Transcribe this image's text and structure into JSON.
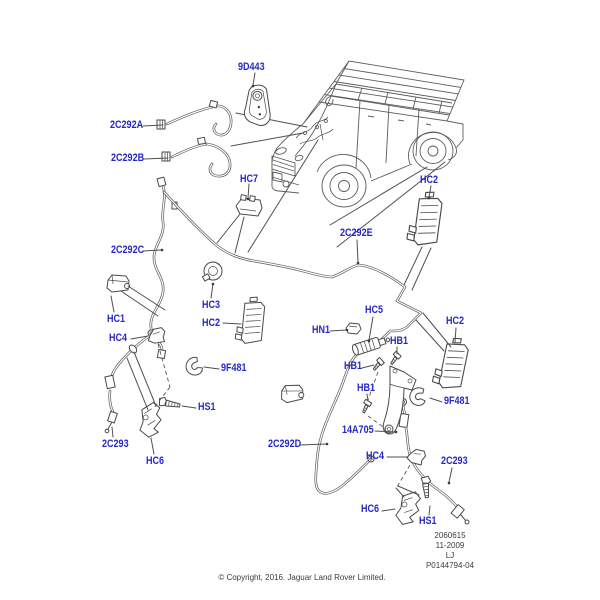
{
  "callouts": [
    {
      "text": "9D443"
    },
    {
      "text": "2C292A"
    },
    {
      "text": "2C292B"
    },
    {
      "text": "HC7"
    },
    {
      "text": "2C292C"
    },
    {
      "text": "2C292E"
    },
    {
      "text": "HC2"
    },
    {
      "text": "HC1"
    },
    {
      "text": "HC3"
    },
    {
      "text": "HC2"
    },
    {
      "text": "HC4"
    },
    {
      "text": "9F481"
    },
    {
      "text": "HS1"
    },
    {
      "text": "2C293"
    },
    {
      "text": "HC6"
    },
    {
      "text": "HN1"
    },
    {
      "text": "HC5"
    },
    {
      "text": "HB1"
    },
    {
      "text": "HB1"
    },
    {
      "text": "HB1"
    },
    {
      "text": "HC2"
    },
    {
      "text": "9F481"
    },
    {
      "text": "14A705"
    },
    {
      "text": "2C292D"
    },
    {
      "text": "HC4"
    },
    {
      "text": "2C293"
    },
    {
      "text": "HC6"
    },
    {
      "text": "HS1"
    }
  ],
  "footer": {
    "stamp": [
      "2060615",
      "11-2009",
      "LJ",
      "P0144794-04"
    ],
    "copyright": "© Copyright, 2016. Jaguar Land Rover Limited."
  },
  "colors": {
    "callout": "#2727c7",
    "line": "#555555"
  }
}
